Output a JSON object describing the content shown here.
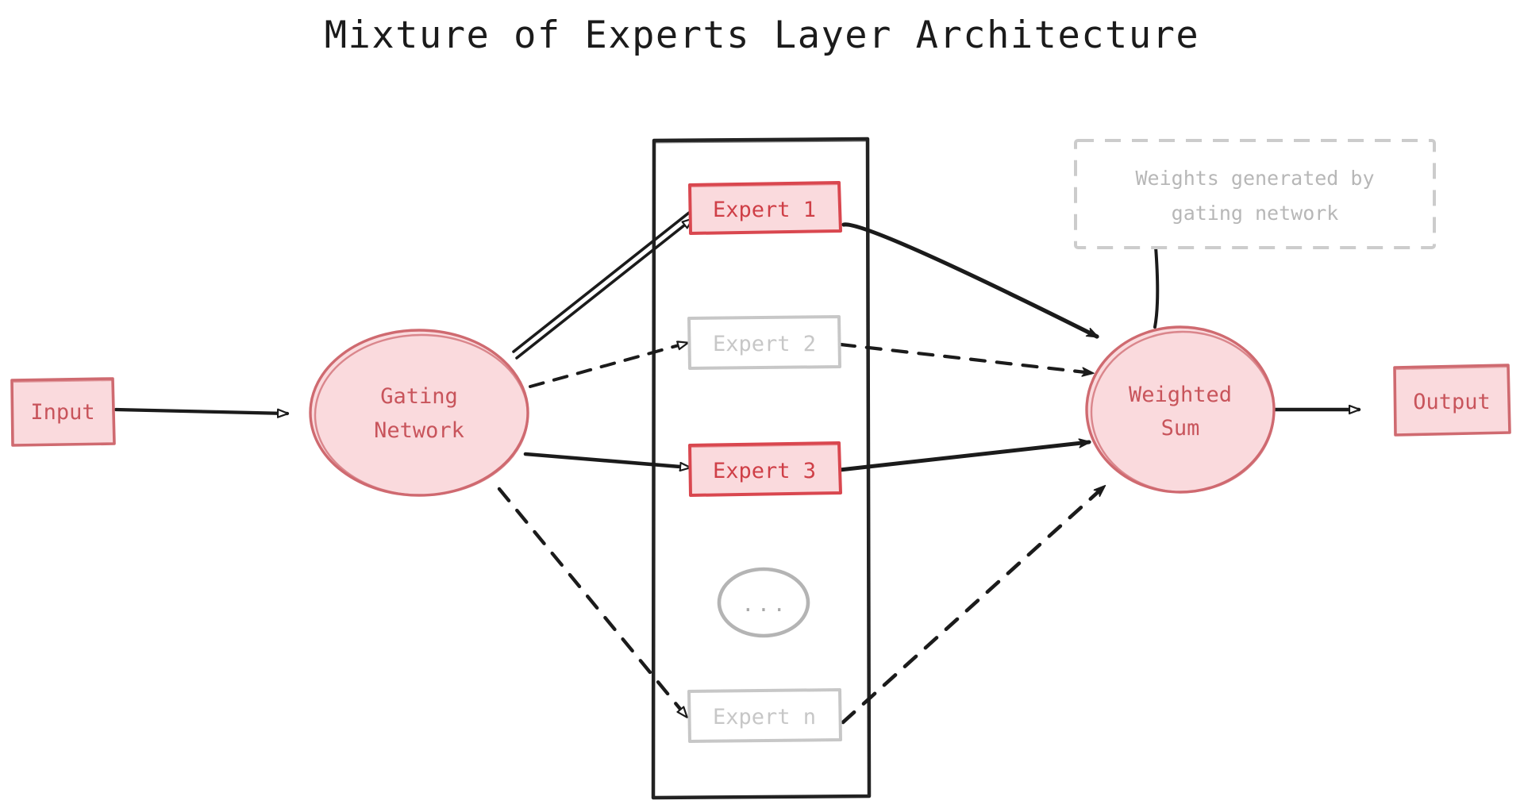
{
  "page": {
    "title": "Mixture of Experts Layer Architecture",
    "background_color": "#ffffff"
  },
  "theme": {
    "active_fill": "#fadadd",
    "active_stroke": "#cf6a70",
    "active_text": "#c8545b",
    "inactive_fill": "#ffffff",
    "inactive_stroke": "#c7c7c7",
    "inactive_text": "#c7c7c7",
    "edge_color": "#1b1b1b",
    "note_stroke": "#cccccc",
    "note_text": "#b7b7b7",
    "container_stroke": "#222222",
    "title_color": "#1b1b1b"
  },
  "nodes": {
    "input": {
      "label": "Input",
      "shape": "rect",
      "state": "active"
    },
    "gating": {
      "label_line1": "Gating",
      "label_line2": "Network",
      "shape": "ellipse",
      "state": "active"
    },
    "expert1": {
      "label": "Expert 1",
      "shape": "rect",
      "state": "active"
    },
    "expert2": {
      "label": "Expert 2",
      "shape": "rect",
      "state": "inactive"
    },
    "expert3": {
      "label": "Expert 3",
      "shape": "rect",
      "state": "active"
    },
    "ellipsis": {
      "label": "...",
      "shape": "ellipse",
      "state": "inactive"
    },
    "expertn": {
      "label": "Expert n",
      "shape": "rect",
      "state": "inactive"
    },
    "weighted_sum": {
      "label_line1": "Weighted",
      "label_line2": "Sum",
      "shape": "ellipse",
      "state": "active"
    },
    "output": {
      "label": "Output",
      "shape": "rect",
      "state": "active"
    }
  },
  "note": {
    "line1": "Weights generated by",
    "line2": "gating network",
    "border_style": "dashed"
  },
  "container": {
    "label": "",
    "border_style": "solid"
  },
  "edges": [
    {
      "id": "input-to-gating",
      "from": "input",
      "to": "gating",
      "style": "solid",
      "arrow": "hollow"
    },
    {
      "id": "gating-to-expert1",
      "from": "gating",
      "to": "expert1",
      "style": "solid-thick",
      "arrow": "hollow"
    },
    {
      "id": "gating-to-expert2",
      "from": "gating",
      "to": "expert2",
      "style": "dashed",
      "arrow": "hollow"
    },
    {
      "id": "gating-to-expert3",
      "from": "gating",
      "to": "expert3",
      "style": "solid-thick",
      "arrow": "hollow"
    },
    {
      "id": "gating-to-expertn",
      "from": "gating",
      "to": "expertn",
      "style": "dashed",
      "arrow": "hollow"
    },
    {
      "id": "expert1-to-weighted-sum",
      "from": "expert1",
      "to": "weighted_sum",
      "style": "solid-thick",
      "arrow": "filled"
    },
    {
      "id": "expert2-to-weighted-sum",
      "from": "expert2",
      "to": "weighted_sum",
      "style": "dashed",
      "arrow": "filled"
    },
    {
      "id": "expert3-to-weighted-sum",
      "from": "expert3",
      "to": "weighted_sum",
      "style": "solid-thick",
      "arrow": "filled"
    },
    {
      "id": "expertn-to-weighted-sum",
      "from": "expertn",
      "to": "weighted_sum",
      "style": "dashed",
      "arrow": "filled"
    },
    {
      "id": "weighted-sum-to-output",
      "from": "weighted_sum",
      "to": "output",
      "style": "solid",
      "arrow": "hollow"
    },
    {
      "id": "note-to-weighted-sum",
      "from": "note",
      "to": "weighted_sum",
      "style": "solid-thin",
      "arrow": "none"
    }
  ]
}
